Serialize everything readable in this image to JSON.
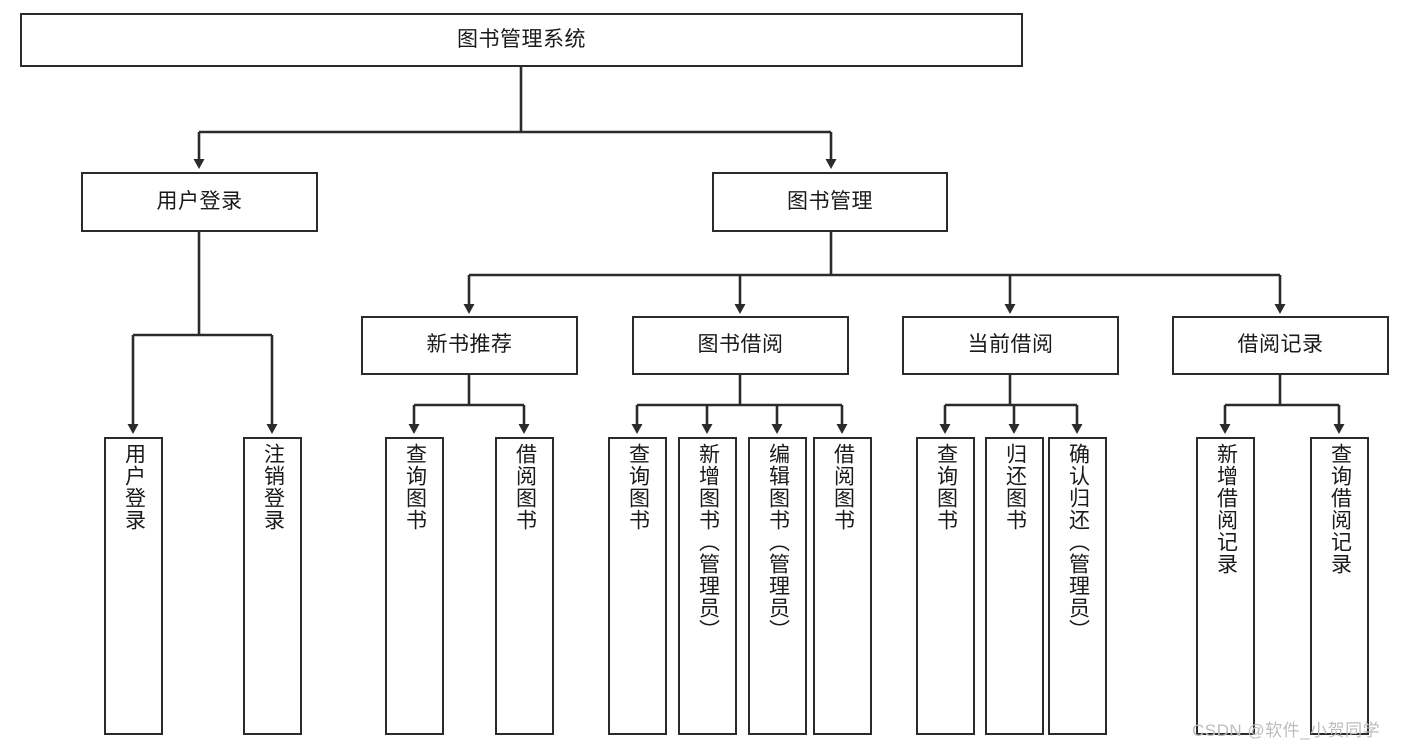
{
  "diagram": {
    "title": "图书管理系统",
    "watermark": "CSDN @软件_小贺同学",
    "stroke_color": "#2b2b2b",
    "fill_color": "#ffffff",
    "nodes": {
      "root": "图书管理系统",
      "level1": [
        "用户登录",
        "图书管理"
      ],
      "level2": [
        "新书推荐",
        "图书借阅",
        "当前借阅",
        "借阅记录"
      ],
      "leaves": {
        "user_login": [
          "用户登录",
          "注销登录"
        ],
        "new_book": [
          "查询图书",
          "借阅图书"
        ],
        "book_borrow": [
          "查询图书",
          "新增图书（管理员）",
          "编辑图书（管理员）",
          "借阅图书"
        ],
        "current_borrow": [
          "查询图书",
          "归还图书",
          "确认归还（管理员）"
        ],
        "borrow_record": [
          "新增借阅记录",
          "查询借阅记录"
        ]
      }
    }
  }
}
